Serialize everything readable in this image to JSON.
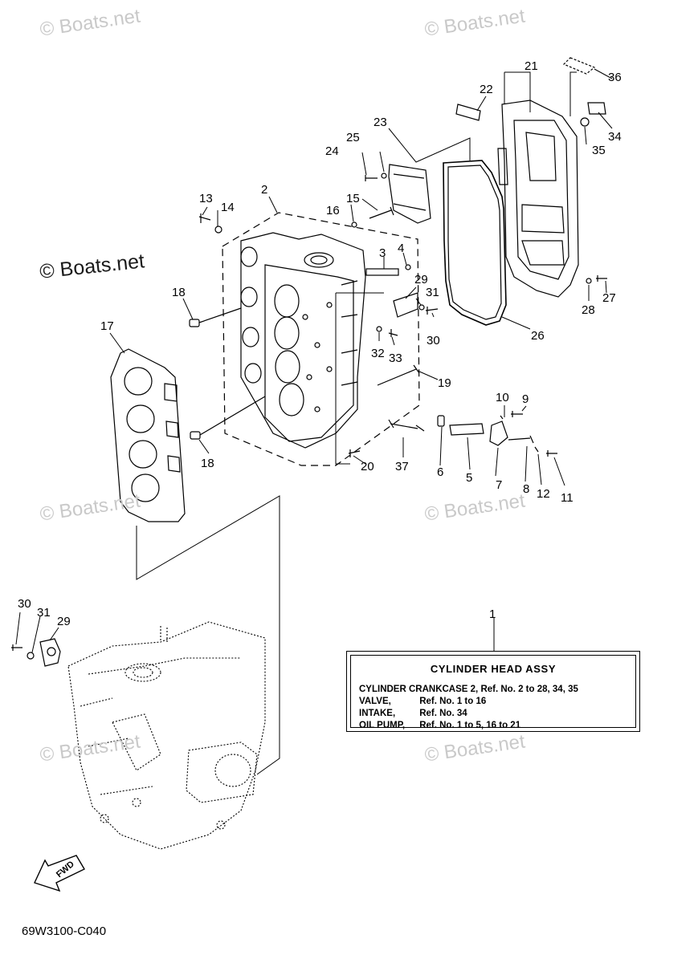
{
  "watermarks": [
    "© Boats.net",
    "© Boats.net",
    "© Boats.net",
    "© Boats.net",
    "© Boats.net",
    "© Boats.net",
    "© Boats.net"
  ],
  "callouts": [
    "1",
    "2",
    "3",
    "4",
    "5",
    "6",
    "7",
    "8",
    "9",
    "10",
    "11",
    "12",
    "13",
    "14",
    "15",
    "16",
    "17",
    "18",
    "18",
    "19",
    "20",
    "21",
    "22",
    "23",
    "24",
    "25",
    "26",
    "27",
    "28",
    "29",
    "29",
    "30",
    "30",
    "31",
    "31",
    "32",
    "33",
    "34",
    "35",
    "36",
    "37"
  ],
  "legend": {
    "title": "CYLINDER HEAD ASSY",
    "rows": [
      {
        "name": "CYLINDER CRANKCASE 2,",
        "ref": "Ref. No. 2 to 28, 34, 35"
      },
      {
        "name": "VALVE,",
        "ref": "Ref. No. 1 to 16"
      },
      {
        "name": "INTAKE,",
        "ref": "Ref. No. 34"
      },
      {
        "name": "OIL PUMP,",
        "ref": "Ref. No. 1 to 5, 16 to 21"
      }
    ]
  },
  "fwd_label": "FWD",
  "diagram_code": "69W3100-C040"
}
